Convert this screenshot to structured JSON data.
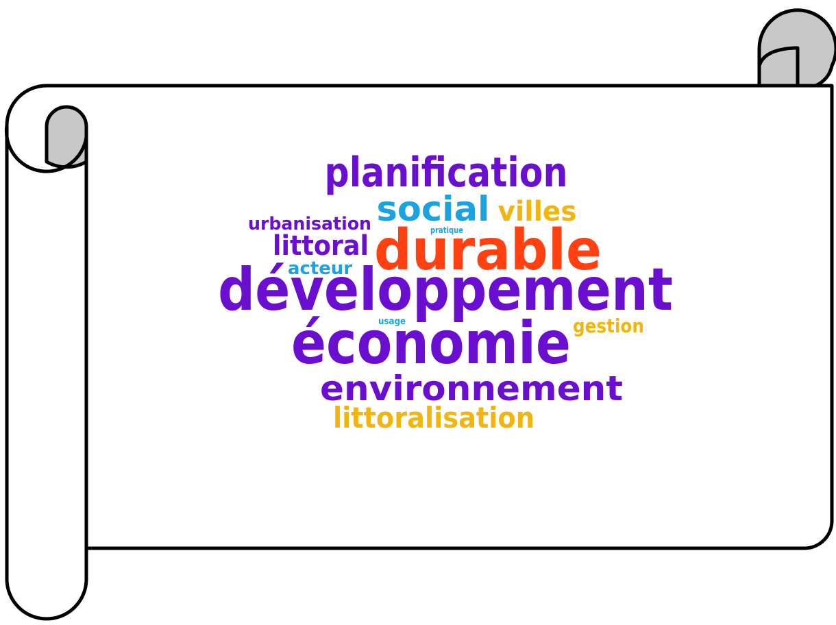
{
  "scroll": {
    "outline_color": "#000000",
    "paper_color": "#ffffff",
    "curl_color": "#c8c8c8"
  },
  "word_cloud": {
    "words": [
      {
        "text": "planification",
        "color": "#6a0fd0",
        "weight": 5
      },
      {
        "text": "social",
        "color": "#1aa3e0",
        "weight": 4
      },
      {
        "text": "villes",
        "color": "#f2b510",
        "weight": 3
      },
      {
        "text": "urbanisation",
        "color": "#6a0fd0",
        "weight": 2
      },
      {
        "text": "pratique",
        "color": "#1aa3e0",
        "weight": 1
      },
      {
        "text": "littoral",
        "color": "#6a0fd0",
        "weight": 3
      },
      {
        "text": "durable",
        "color": "#ff4010",
        "weight": 7
      },
      {
        "text": "acteur",
        "color": "#1aa3e0",
        "weight": 2
      },
      {
        "text": "développement",
        "color": "#6a0fd0",
        "weight": 8
      },
      {
        "text": "usage",
        "color": "#1aa3e0",
        "weight": 1
      },
      {
        "text": "gestion",
        "color": "#f2b510",
        "weight": 2
      },
      {
        "text": "économie",
        "color": "#6a0fd0",
        "weight": 7
      },
      {
        "text": "environnement",
        "color": "#6a0fd0",
        "weight": 5
      },
      {
        "text": "littoralisation",
        "color": "#f2b510",
        "weight": 4
      }
    ]
  }
}
